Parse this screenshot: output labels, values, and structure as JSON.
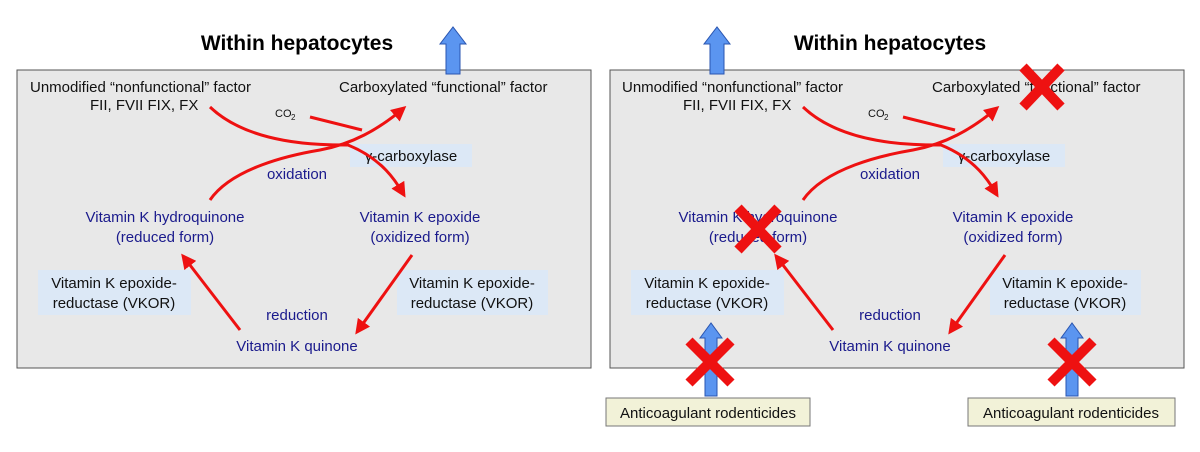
{
  "colors": {
    "panel_bg": "#e8e8e8",
    "arrow_red": "#ee1111",
    "label_blue": "#1a1a8c",
    "enzyme_box": "#dce8f6",
    "inhibitor_box": "#f2f2d8",
    "up_arrow": "#5b95f0"
  },
  "panels": [
    {
      "title": "Within hepatocytes",
      "unmodified_line1": "Unmodified “nonfunctional” factor",
      "unmodified_line2": "FII, FVII FIX, FX",
      "carboxylated": "Carboxylated “functional” factor",
      "co2_main": "CO",
      "co2_sub": "2",
      "carboxylase": "γ-carboxylase",
      "oxidation": "oxidation",
      "hydroquinone_line1": "Vitamin K hydroquinone",
      "hydroquinone_line2": "(reduced form)",
      "epoxide_line1": "Vitamin K epoxide",
      "epoxide_line2": "(oxidized form)",
      "vkor_left_line1": "Vitamin K epoxide-",
      "vkor_left_line2": "reductase (VKOR)",
      "vkor_right_line1": "Vitamin K epoxide-",
      "vkor_right_line2": "reductase (VKOR)",
      "reduction": "reduction",
      "quinone": "Vitamin K quinone"
    },
    {
      "title": "Within hepatocytes",
      "unmodified_line1": "Unmodified “nonfunctional” factor",
      "unmodified_line2": "FII, FVII FIX, FX",
      "carboxylated": "Carboxylated “functional” factor",
      "co2_main": "CO",
      "co2_sub": "2",
      "carboxylase": "γ-carboxylase",
      "oxidation": "oxidation",
      "hydroquinone_line1": "Vitamin K hydroquinone",
      "hydroquinone_line2": "(reduced form)",
      "epoxide_line1": "Vitamin K epoxide",
      "epoxide_line2": "(oxidized form)",
      "vkor_left_line1": "Vitamin K epoxide-",
      "vkor_left_line2": "reductase (VKOR)",
      "vkor_right_line1": "Vitamin K epoxide-",
      "vkor_right_line2": "reductase (VKOR)",
      "reduction": "reduction",
      "quinone": "Vitamin K quinone",
      "rodenticide_left": "Anticoagulant rodenticides",
      "rodenticide_right": "Anticoagulant rodenticides"
    }
  ]
}
